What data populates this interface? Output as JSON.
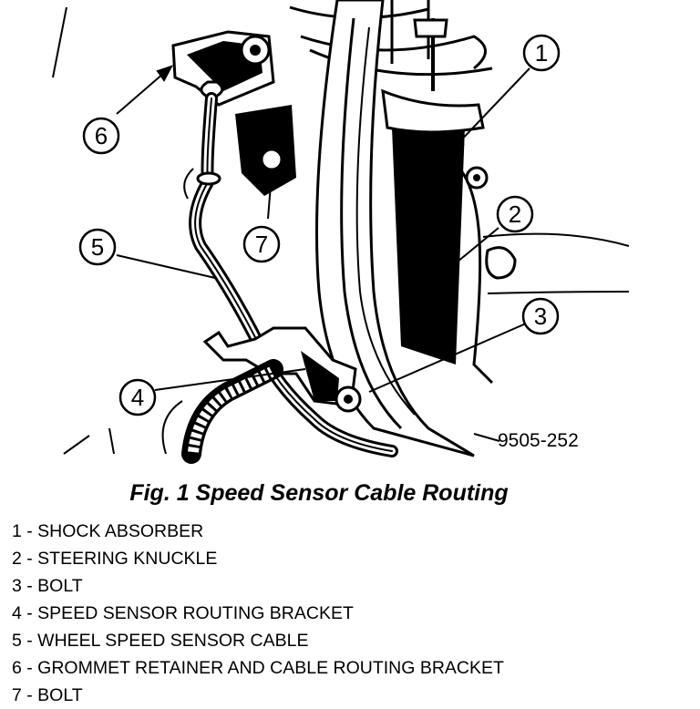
{
  "figure": {
    "code": "9505-252",
    "caption": "Fig. 1 Speed Sensor Cable Routing"
  },
  "callouts": [
    {
      "num": "1"
    },
    {
      "num": "2"
    },
    {
      "num": "3"
    },
    {
      "num": "4"
    },
    {
      "num": "5"
    },
    {
      "num": "6"
    },
    {
      "num": "7"
    }
  ],
  "legend": [
    {
      "text": "1 - SHOCK ABSORBER"
    },
    {
      "text": "2 - STEERING KNUCKLE"
    },
    {
      "text": "3 - BOLT"
    },
    {
      "text": "4 - SPEED SENSOR ROUTING BRACKET"
    },
    {
      "text": "5 - WHEEL SPEED SENSOR CABLE"
    },
    {
      "text": "6 - GROMMET RETAINER AND CABLE ROUTING BRACKET"
    },
    {
      "text": "7 - BOLT"
    }
  ]
}
